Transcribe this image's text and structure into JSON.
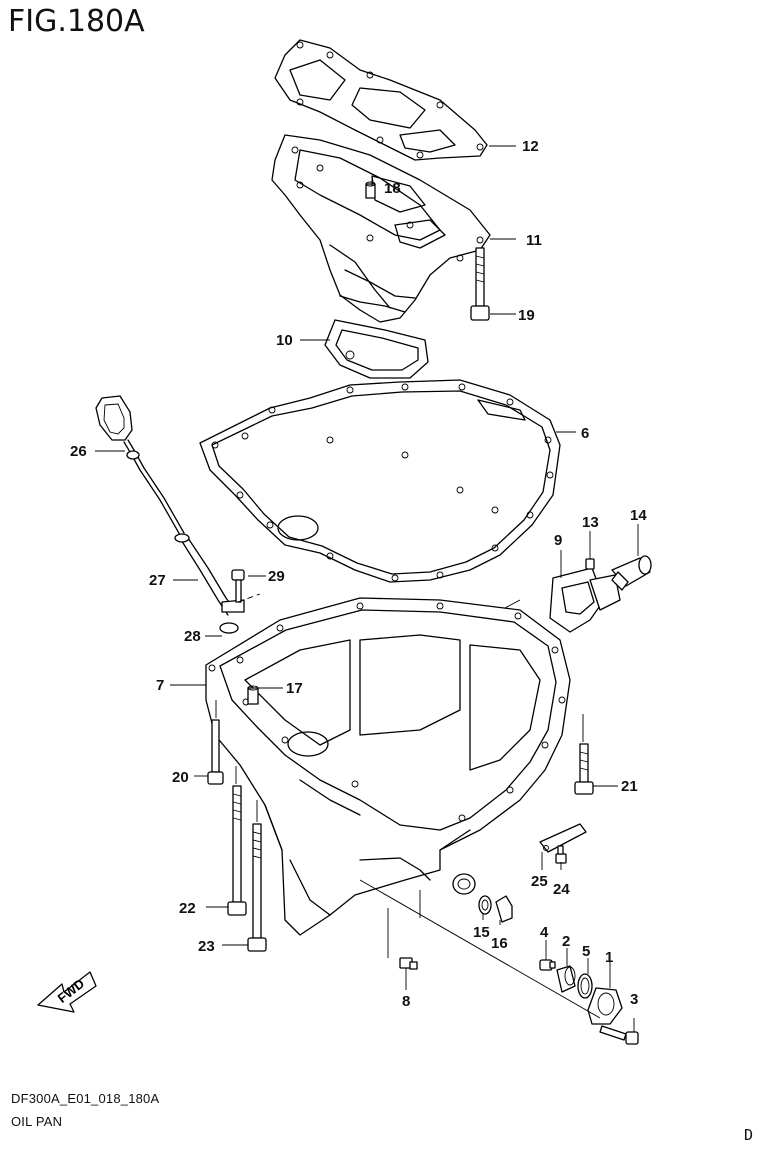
{
  "figure": {
    "title": "FIG.180A"
  },
  "footer": {
    "code": "DF300A_E01_018_180A",
    "part_name": "OIL PAN",
    "corner_mark": "D"
  },
  "fwd_label": "FWD",
  "callouts": {
    "c1": "1",
    "c2": "2",
    "c3": "3",
    "c4": "4",
    "c5": "5",
    "c6": "6",
    "c7": "7",
    "c8": "8",
    "c9": "9",
    "c10": "10",
    "c11": "11",
    "c12": "12",
    "c13": "13",
    "c14": "14",
    "c15": "15",
    "c16": "16",
    "c17": "17",
    "c18": "18",
    "c19": "19",
    "c20": "20",
    "c21": "21",
    "c22": "22",
    "c23": "23",
    "c24": "24",
    "c25": "25",
    "c26": "26",
    "c27": "27",
    "c28": "28",
    "c29": "29"
  }
}
